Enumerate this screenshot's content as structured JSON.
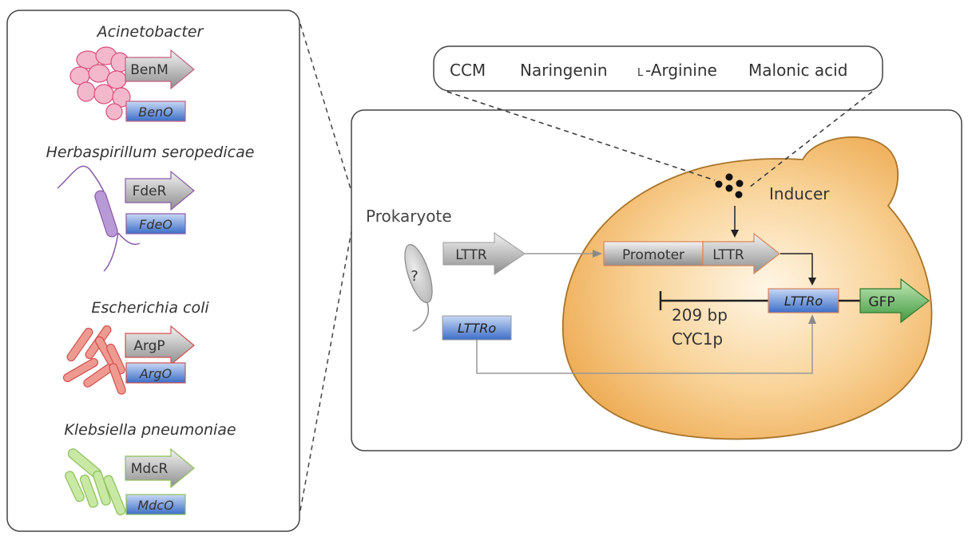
{
  "left_panel": {
    "organisms": [
      {
        "name": "Acinetobacter",
        "regulator": "BenM",
        "operator": "BenO",
        "color": "#d9507a",
        "fill": "#f4b8cc"
      },
      {
        "name": "Herbaspirillum seropedicae",
        "regulator": "FdeR",
        "operator": "FdeO",
        "color": "#8a5aa8",
        "fill": "#b89ad6"
      },
      {
        "name": "Escherichia coli",
        "regulator": "ArgP",
        "operator": "ArgO",
        "color": "#d05050",
        "fill": "#ef9a90"
      },
      {
        "name": "Klebsiella pneumoniae",
        "regulator": "MdcR",
        "operator": "MdcO",
        "color": "#8cc05a",
        "fill": "#c8e8a4"
      }
    ]
  },
  "inducer_box": {
    "items": [
      "CCM",
      "Naringenin",
      "L-Arginine",
      "Malonic acid"
    ],
    "l_prefix": "L",
    "arginine_rest": "-Arginine"
  },
  "main_panel": {
    "prokaryote_label": "Prokaryote",
    "unknown_mark": "?",
    "lttr_gene": "LTTR",
    "lttro_gene": "LTTRo",
    "inducer_label": "Inducer",
    "promoter_label": "Promoter",
    "lttr_in_yeast": "LTTR",
    "lttro_in_yeast": "LTTRo",
    "gfp_label": "GFP",
    "bp_label": "209 bp",
    "cyc1p_label": "CYC1p"
  },
  "colors": {
    "yeast_fill": "#f2b765",
    "yeast_stroke": "#a8742a",
    "operator_blue": "#4a7ad0",
    "gfp_green": "#4aa84a",
    "gene_grey": "#9a9a9a"
  }
}
